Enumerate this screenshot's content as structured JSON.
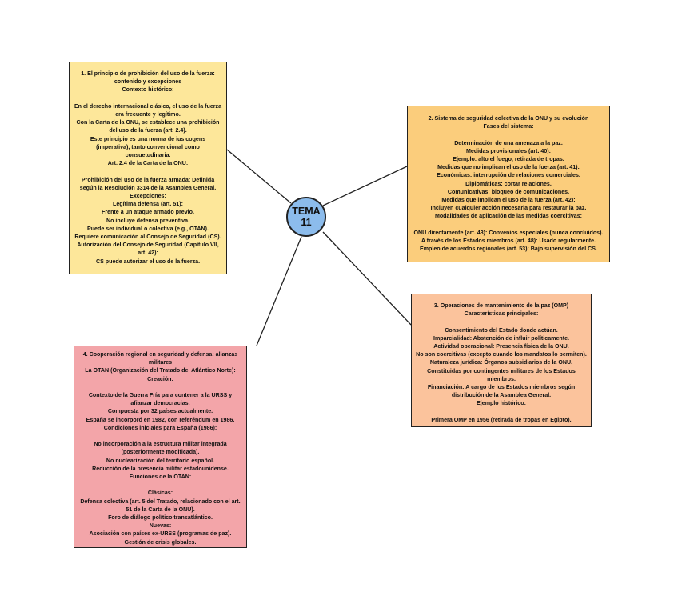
{
  "hub": {
    "line1": "TEMA",
    "line2": "11",
    "color": "#8cbcec"
  },
  "nodes": [
    {
      "id": "node-1",
      "color": "#fde79a",
      "lines": [
        "1. El principio de prohibición del uso de la fuerza:",
        "contenido y excepciones",
        "Contexto histórico:",
        "",
        "En el derecho internacional clásico, el uso de la fuerza",
        "era frecuente y legítimo.",
        "Con la Carta de la ONU, se establece una prohibición",
        "del uso de la fuerza (art. 2.4).",
        "Este principio es una norma de ius cogens",
        "(imperativa), tanto convencional como",
        "consuetudinaria.",
        "Art. 2.4 de la Carta de la ONU:",
        "",
        "Prohibición del uso de la fuerza armada: Definida",
        "según la Resolución 3314 de la Asamblea General.",
        "Excepciones:",
        "Legítima defensa (art. 51):",
        "Frente a un ataque armado previo.",
        "No incluye defensa preventiva.",
        "Puede ser individual o colectiva (e.g., OTAN).",
        "Requiere comunicación al Consejo de Seguridad (CS).",
        "Autorización del Consejo de Seguridad (Capítulo VII,",
        "art. 42):",
        "CS puede autorizar el uso de la fuerza."
      ]
    },
    {
      "id": "node-2",
      "color": "#fbcd7c",
      "lines": [
        "2. Sistema de seguridad colectiva de la ONU y su evolución",
        "Fases del sistema:",
        "",
        "Determinación de una amenaza a la paz.",
        "Medidas provisionales (art. 40):",
        "Ejemplo: alto el fuego, retirada de tropas.",
        "Medidas que no implican el uso de la fuerza (art. 41):",
        "Económicas: interrupción de relaciones comerciales.",
        "Diplomáticas: cortar relaciones.",
        "Comunicativas: bloqueo de comunicaciones.",
        "Medidas que implican el uso de la fuerza (art. 42):",
        "Incluyen cualquier acción necesaria para restaurar la paz.",
        "Modalidades de aplicación de las medidas coercitivas:",
        "",
        "ONU directamente (art. 43): Convenios especiales (nunca concluidos).",
        "A través de los Estados miembros (art. 48): Usado regularmente.",
        "Empleo de acuerdos regionales (art. 53): Bajo supervisión del CS."
      ]
    },
    {
      "id": "node-3",
      "color": "#fbc39c",
      "lines": [
        "3. Operaciones de mantenimiento de la paz (OMP)",
        "Características principales:",
        "",
        "Consentimiento del Estado donde actúan.",
        "Imparcialidad: Abstención de influir políticamente.",
        "Actividad operacional: Presencia física de la ONU.",
        "No son coercitivas (excepto cuando los mandatos lo permiten).",
        "Naturaleza jurídica: Órganos subsidiarios de la ONU.",
        "Constituidas por contingentes militares de los Estados",
        "miembros.",
        "Financiación: A cargo de los Estados miembros según",
        "distribución de la Asamblea General.",
        "Ejemplo histórico:",
        "",
        "Primera OMP en 1956 (retirada de tropas en Egipto)."
      ]
    },
    {
      "id": "node-4",
      "color": "#f3a5a9",
      "lines": [
        "4. Cooperación regional en seguridad y defensa: alianzas",
        "militares",
        "La OTAN (Organización del Tratado del Atlántico Norte):",
        "Creación:",
        "",
        "Contexto de la Guerra Fría para contener a la URSS y",
        "afianzar democracias.",
        "Compuesta por 32 países actualmente.",
        "España se incorporó en 1982, con referéndum en 1986.",
        "Condiciones iniciales para España (1986):",
        "",
        "No incorporación a la estructura militar integrada",
        "(posteriormente modificada).",
        "No nuclearización del territorio español.",
        "Reducción de la presencia militar estadounidense.",
        "Funciones de la OTAN:",
        "",
        "Clásicas:",
        "Defensa colectiva (art. 5 del Tratado, relacionado con el art.",
        "51 de la Carta de la ONU).",
        "Foro de diálogo político transatlántico.",
        "Nuevas:",
        "Asociación con países ex-URSS (programas de paz).",
        "Gestión de crisis globales."
      ]
    }
  ]
}
